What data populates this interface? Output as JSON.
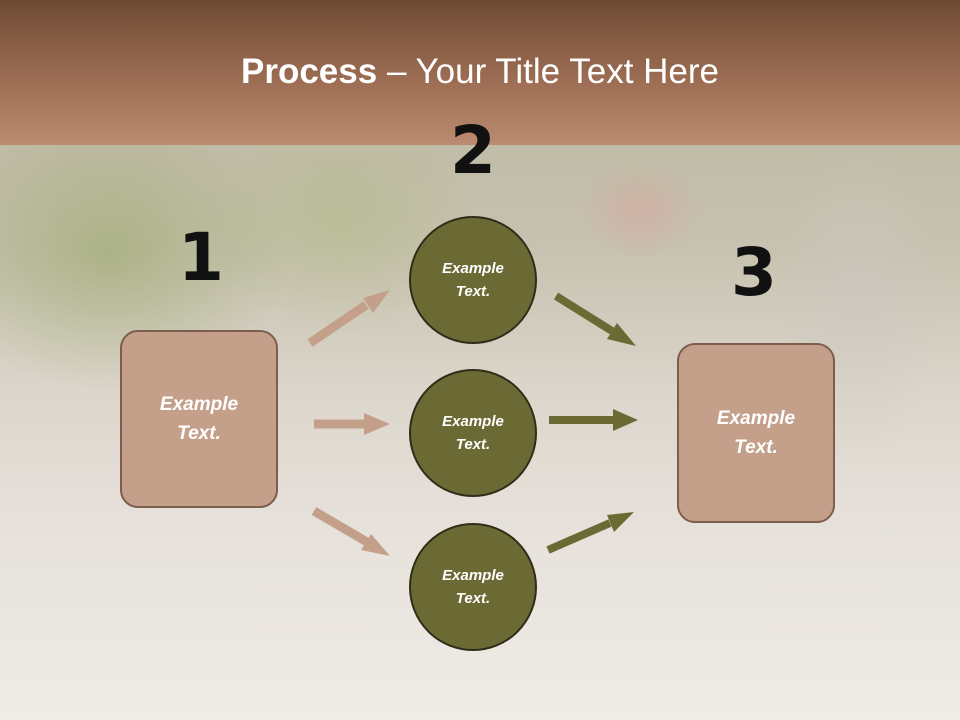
{
  "title": {
    "bold": "Process",
    "rest": " – Your Title Text Here"
  },
  "steps": {
    "one": {
      "number": "1",
      "text": "Example\nText."
    },
    "two": {
      "number": "2",
      "items": [
        "Example\nText.",
        "Example\nText.",
        "Example\nText."
      ]
    },
    "three": {
      "number": "3",
      "text": "Example\nText."
    }
  },
  "colors": {
    "header": "#9c6d53",
    "box": "#c4a08b",
    "circle": "#6c6a34",
    "arrow_in": "#c4a08b",
    "arrow_out": "#6c6a34"
  }
}
